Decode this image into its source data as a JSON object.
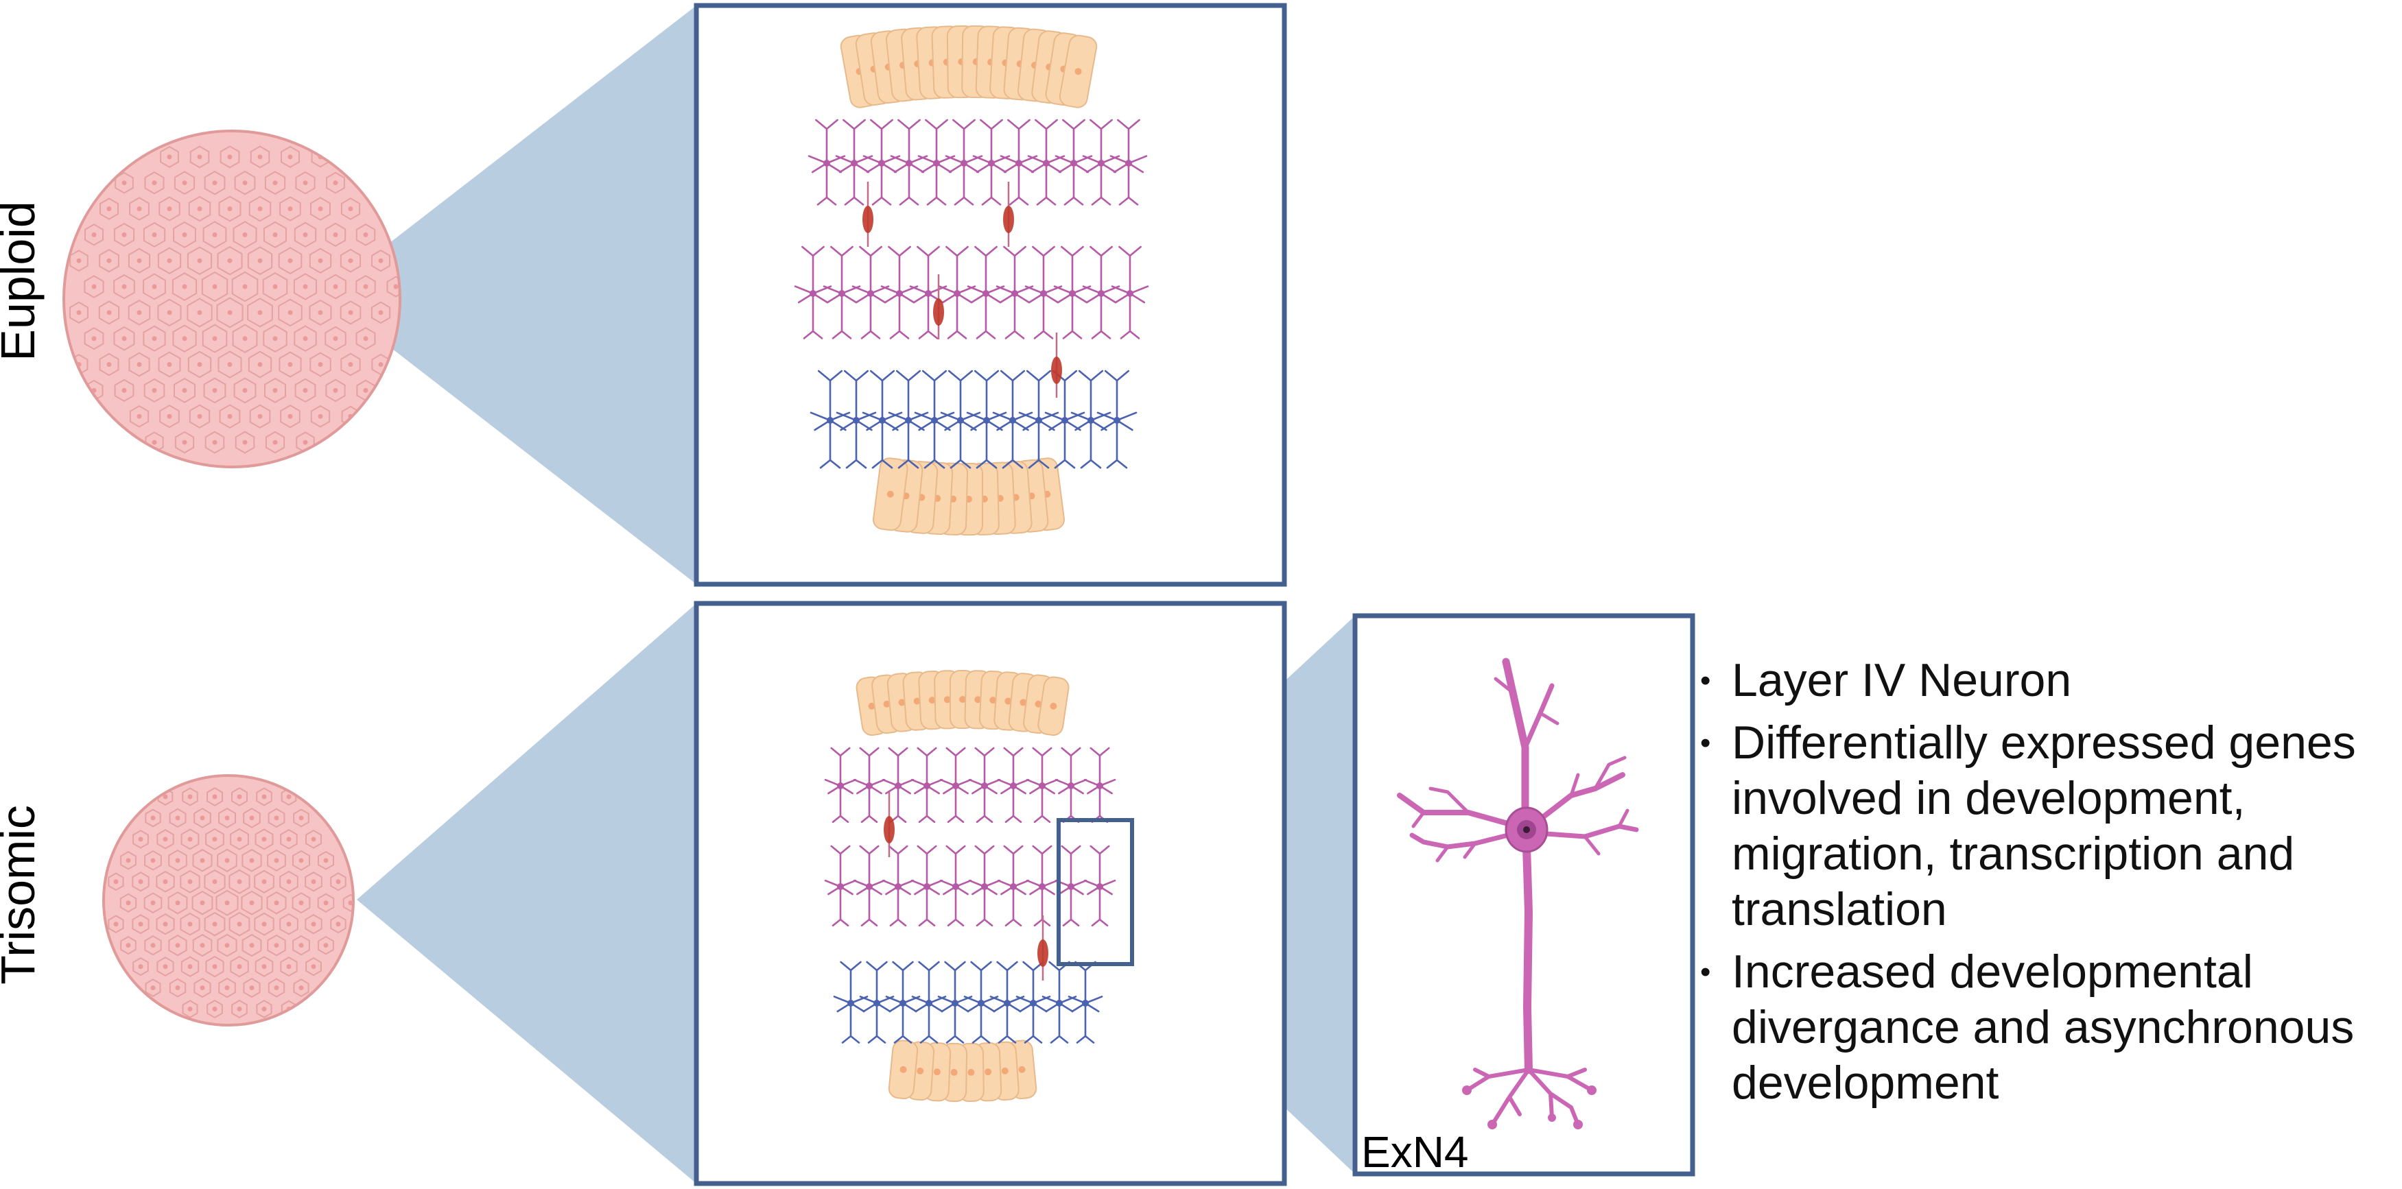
{
  "labels": {
    "euploid": "Euploid",
    "trisomic": "Trisomic",
    "cell_type": "ExN4"
  },
  "bullets": [
    "Layer IV Neuron",
    "Differentially expressed genes involved in development, migration, transcription and translation",
    "Increased developmental divergance and asynchronous development"
  ],
  "colors": {
    "organoid_fill": "#f6c4c4",
    "organoid_edge": "#e09a9a",
    "zoom_wedge": "#b9cde0",
    "frame": "#44608f",
    "progenitor_cell": "#fad6ae",
    "upper_neuron": "#b55aa6",
    "deep_neuron": "#4a62b0",
    "migrating_cell": "#c0392b",
    "exn4_neuron": "#cb66b4"
  }
}
